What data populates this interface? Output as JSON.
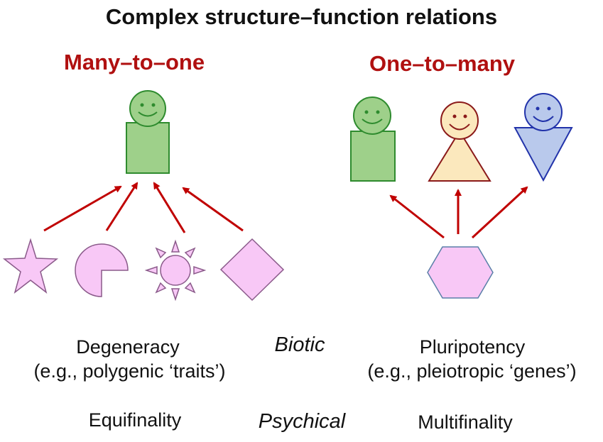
{
  "title": "Complex structure–function relations",
  "left_panel": {
    "heading": "Many–to–one",
    "label": "Degeneracy",
    "example": "(e.g., polygenic ‘traits’)",
    "psych_label": "Equifinality"
  },
  "right_panel": {
    "heading": "One–to–many",
    "label": "Pluripotency",
    "example": "(e.g., pleiotropic ‘genes’)",
    "psych_label": "Multifinality"
  },
  "center": {
    "biotic": "Biotic",
    "psychical": "Psychical"
  },
  "colors": {
    "heading": "#b01010",
    "arrow": "#c00000",
    "green_fill": "#9ed08a",
    "green_stroke": "#2e8b2e",
    "yellow_fill": "#fbe8bd",
    "yellow_stroke": "#8b1a1a",
    "blue_fill": "#b9c9ec",
    "blue_stroke": "#2233aa",
    "pink_fill": "#f8c8f6",
    "pink_stroke": "#8a5a8a"
  },
  "icons": [
    "smiley-rectangle-figure",
    "smiley-triangle-figure",
    "smiley-inverted-triangle-figure",
    "star-shape",
    "pacman-shape",
    "sun-shape",
    "diamond-shape",
    "hexagon-shape"
  ]
}
